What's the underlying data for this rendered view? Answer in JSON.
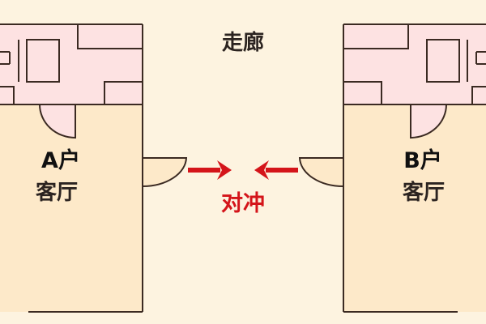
{
  "diagram": {
    "corridor_label": "走廊",
    "unit_a": {
      "title": "A户",
      "room": "客厅"
    },
    "unit_b": {
      "title": "B户",
      "room": "客厅"
    },
    "annotation": "对冲",
    "arrows": [
      {
        "from": "unit-a-door",
        "direction": "right"
      },
      {
        "from": "unit-b-door",
        "direction": "left"
      }
    ]
  },
  "colors": {
    "background": "#fdf3e0",
    "living_room_fill": "#fde9c9",
    "service_area_fill": "#fde2e2",
    "wall": "#3b2a22",
    "arrow": "#d4141a",
    "text_dark": "#2b2320"
  }
}
